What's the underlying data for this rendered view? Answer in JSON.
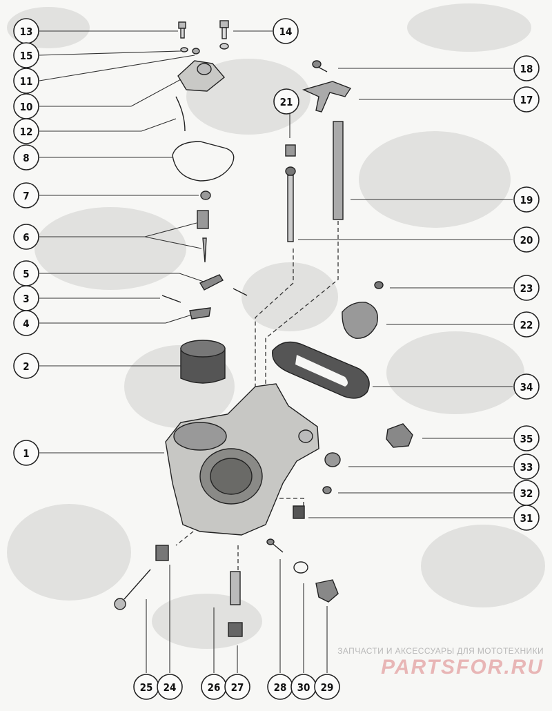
{
  "diagram": {
    "callouts": [
      {
        "id": "c13",
        "label": "13"
      },
      {
        "id": "c14",
        "label": "14"
      },
      {
        "id": "c15",
        "label": "15"
      },
      {
        "id": "c11",
        "label": "11"
      },
      {
        "id": "c10",
        "label": "10"
      },
      {
        "id": "c12",
        "label": "12"
      },
      {
        "id": "c8",
        "label": "8"
      },
      {
        "id": "c7",
        "label": "7"
      },
      {
        "id": "c6",
        "label": "6"
      },
      {
        "id": "c5",
        "label": "5"
      },
      {
        "id": "c3",
        "label": "3"
      },
      {
        "id": "c4",
        "label": "4"
      },
      {
        "id": "c2",
        "label": "2"
      },
      {
        "id": "c1",
        "label": "1"
      },
      {
        "id": "c18",
        "label": "18"
      },
      {
        "id": "c17",
        "label": "17"
      },
      {
        "id": "c21",
        "label": "21"
      },
      {
        "id": "c19",
        "label": "19"
      },
      {
        "id": "c20",
        "label": "20"
      },
      {
        "id": "c23",
        "label": "23"
      },
      {
        "id": "c22",
        "label": "22"
      },
      {
        "id": "c34",
        "label": "34"
      },
      {
        "id": "c35",
        "label": "35"
      },
      {
        "id": "c33",
        "label": "33"
      },
      {
        "id": "c32",
        "label": "32"
      },
      {
        "id": "c31",
        "label": "31"
      },
      {
        "id": "c25",
        "label": "25"
      },
      {
        "id": "c24",
        "label": "24"
      },
      {
        "id": "c26",
        "label": "26"
      },
      {
        "id": "c27",
        "label": "27"
      },
      {
        "id": "c28",
        "label": "28"
      },
      {
        "id": "c30",
        "label": "30"
      },
      {
        "id": "c29",
        "label": "29"
      }
    ]
  },
  "watermark": {
    "subtitle": "ЗАПЧАСТИ И АКСЕССУАРЫ ДЛЯ МОТОТЕХНИКИ",
    "logo": "PARTSFOR.RU"
  },
  "colors": {
    "ink": "#222222",
    "speckle": "#cfcfcc",
    "watermark": "#e8b6b6"
  }
}
